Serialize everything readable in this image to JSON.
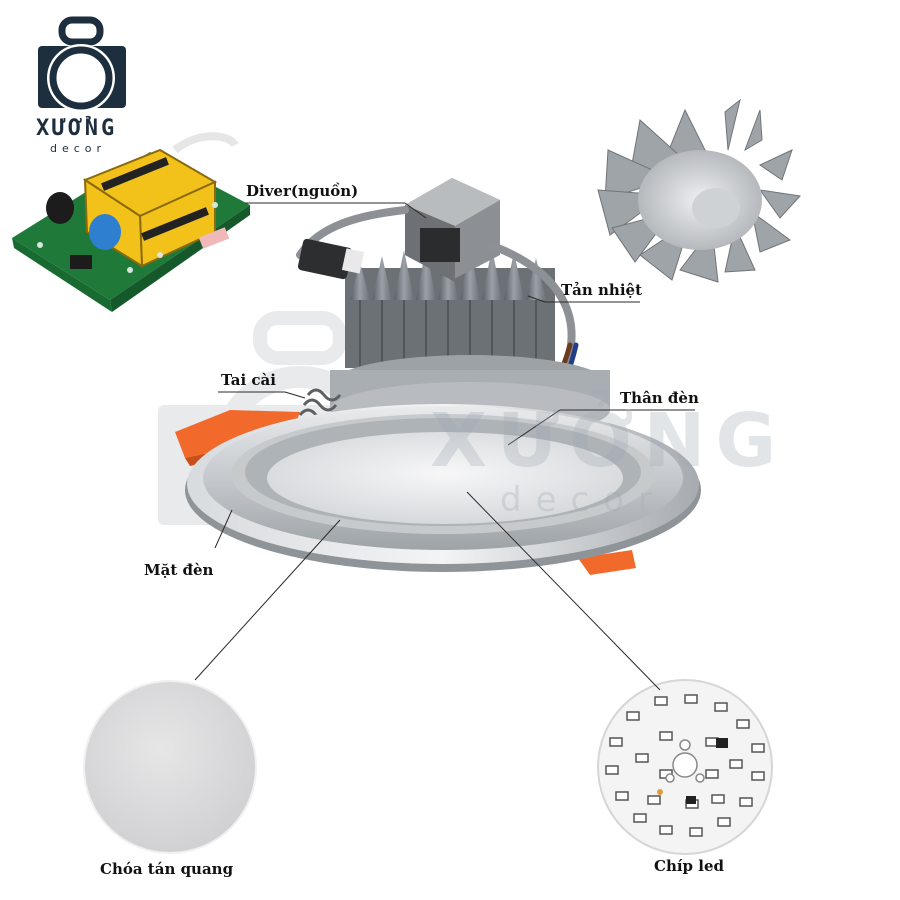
{
  "brand": {
    "name": "XƯỞNG",
    "sub": "decor"
  },
  "watermark": {
    "name": "XƯỞNG",
    "sub": "decor"
  },
  "labels": {
    "driver": "Diver(nguồn)",
    "heatsink": "Tản nhiệt",
    "clip": "Tai cài",
    "body": "Thân đèn",
    "face": "Mặt đèn",
    "diffuser": "Chóa tán quang",
    "chip": "Chíp led"
  },
  "colors": {
    "brand": "#1d2e3e",
    "clip_orange": "#f26a2b",
    "aluminium": "#c9ccd0",
    "pcb_green": "#1f7a3a",
    "transformer_yellow": "#f2c21a"
  }
}
